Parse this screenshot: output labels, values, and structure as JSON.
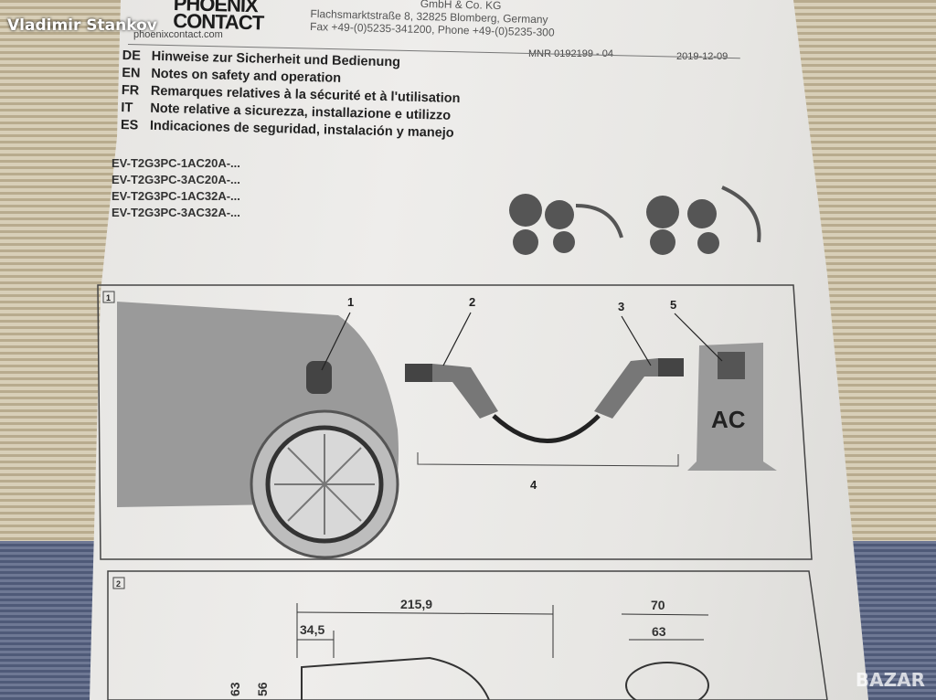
{
  "watermark": {
    "user": "Vladimir Stankov",
    "site": "BAZAR"
  },
  "header": {
    "logo_line1": "PHOENIX",
    "logo_line2": "CONTACT",
    "address_line1": "GmbH & Co. KG",
    "address_line2": "Flachsmarktstraße 8, 32825 Blomberg, Germany",
    "address_line3": "Fax +49-(0)5235-341200, Phone +49-(0)5235-300",
    "website": "phoenixcontact.com",
    "mnr": "MNR 0192199 - 04",
    "date": "2019-12-09"
  },
  "titles": [
    {
      "lang": "DE",
      "text": "Hinweise zur Sicherheit und Bedienung"
    },
    {
      "lang": "EN",
      "text": "Notes on safety and operation"
    },
    {
      "lang": "FR",
      "text": "Remarques relatives à la sécurité et à l'utilisation"
    },
    {
      "lang": "IT",
      "text": "Note relative a sicurezza, installazione e utilizzo"
    },
    {
      "lang": "ES",
      "text": "Indicaciones de seguridad, instalación y manejo"
    }
  ],
  "models": [
    "EV-T2G3PC-1AC20A-...",
    "EV-T2G3PC-3AC20A-...",
    "EV-T2G3PC-1AC32A-...",
    "EV-T2G3PC-3AC32A-..."
  ],
  "figure1": {
    "number": "1",
    "callouts": [
      "1",
      "2",
      "3",
      "4",
      "5"
    ],
    "station_label": "AC"
  },
  "figure2": {
    "number": "2",
    "dims": [
      "215,9",
      "34,5",
      "70",
      "63",
      "63",
      "56"
    ]
  },
  "colors": {
    "paper": "#eeedeb",
    "ink": "#2a2a2a",
    "fabric_beige": "#d8cfb8",
    "fabric_blue": "#5a6482"
  }
}
